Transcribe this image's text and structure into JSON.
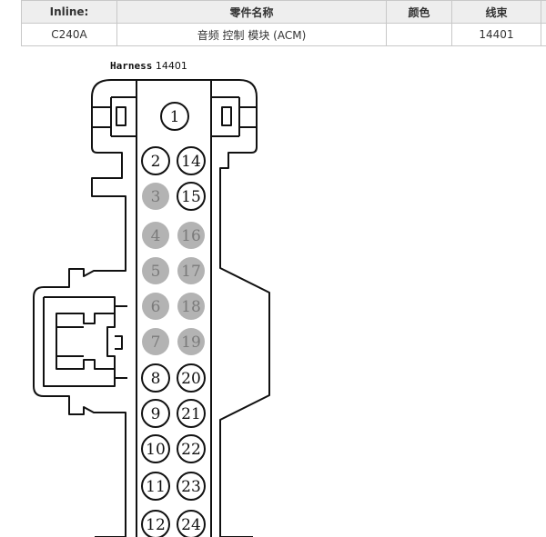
{
  "table": {
    "headers": [
      "Inline:",
      "零件名称",
      "颜色",
      "线束"
    ],
    "row": [
      "C240A",
      "音频 控制 模块 (ACM)",
      "",
      "14401"
    ]
  },
  "harness": {
    "word": "Harness",
    "number": "14401"
  },
  "pins": [
    {
      "num": "1",
      "state": "populated"
    },
    {
      "num": "2",
      "state": "populated"
    },
    {
      "num": "3",
      "state": "empty"
    },
    {
      "num": "4",
      "state": "empty"
    },
    {
      "num": "5",
      "state": "empty"
    },
    {
      "num": "6",
      "state": "empty"
    },
    {
      "num": "7",
      "state": "empty"
    },
    {
      "num": "8",
      "state": "populated"
    },
    {
      "num": "9",
      "state": "populated"
    },
    {
      "num": "10",
      "state": "populated"
    },
    {
      "num": "11",
      "state": "populated"
    },
    {
      "num": "12",
      "state": "populated"
    },
    {
      "num": "14",
      "state": "populated"
    },
    {
      "num": "15",
      "state": "populated"
    },
    {
      "num": "16",
      "state": "empty"
    },
    {
      "num": "17",
      "state": "empty"
    },
    {
      "num": "18",
      "state": "empty"
    },
    {
      "num": "19",
      "state": "empty"
    },
    {
      "num": "20",
      "state": "populated"
    },
    {
      "num": "21",
      "state": "populated"
    },
    {
      "num": "22",
      "state": "populated"
    },
    {
      "num": "23",
      "state": "populated"
    },
    {
      "num": "24",
      "state": "populated"
    }
  ],
  "colors": {
    "empty_fill": "#b3b3b3",
    "empty_text": "#7a7a7a",
    "stroke": "#111111"
  }
}
